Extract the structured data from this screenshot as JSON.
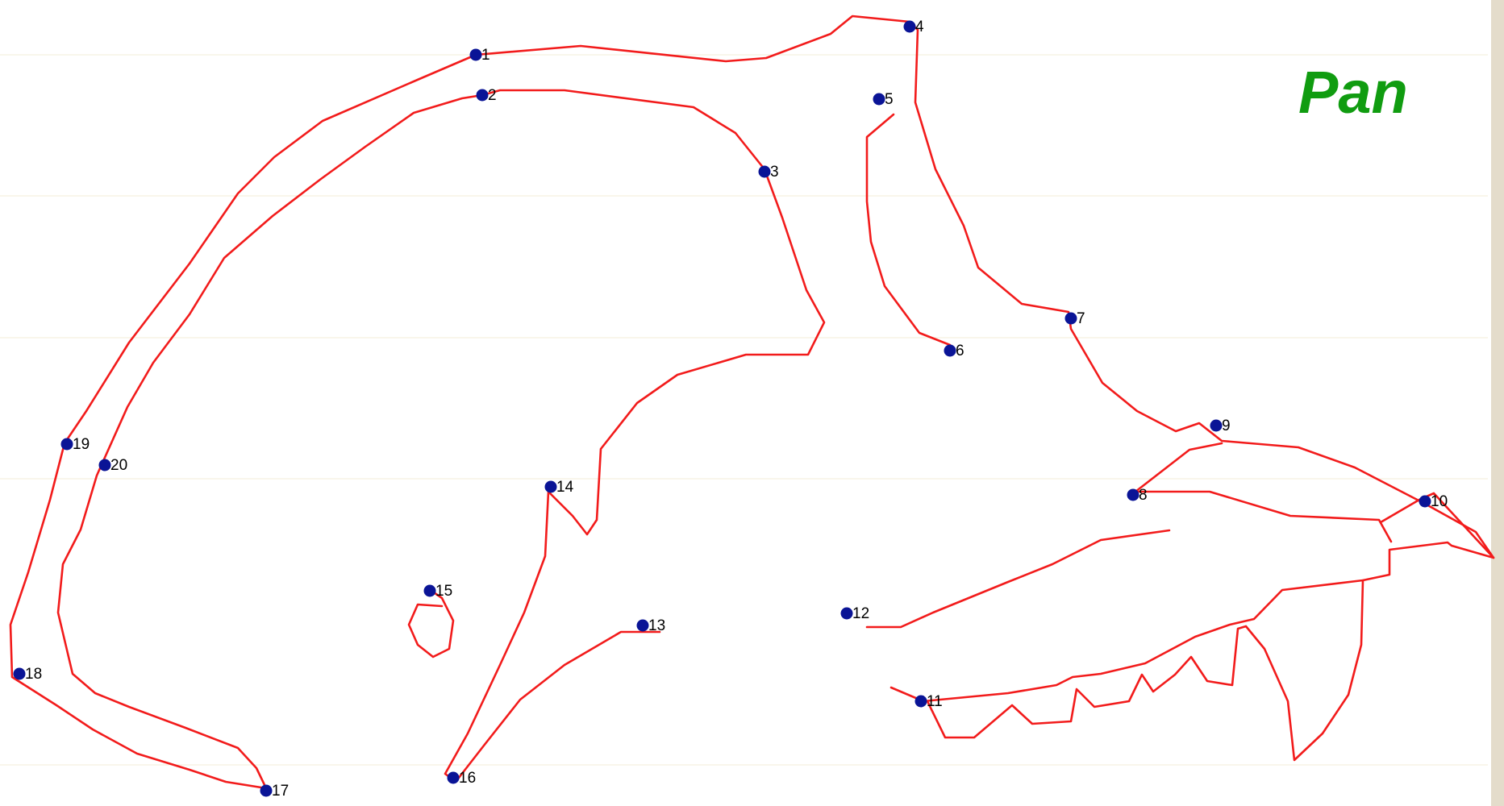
{
  "title": "Pan",
  "title_color": "#109c10",
  "outline_color": "#f21b1b",
  "landmark_color": "#0a1496",
  "landmarks": [
    "1",
    "2",
    "3",
    "4",
    "5",
    "6",
    "7",
    "8",
    "9",
    "10",
    "11",
    "12",
    "13",
    "14",
    "15",
    "16",
    "17",
    "18",
    "19",
    "20"
  ]
}
